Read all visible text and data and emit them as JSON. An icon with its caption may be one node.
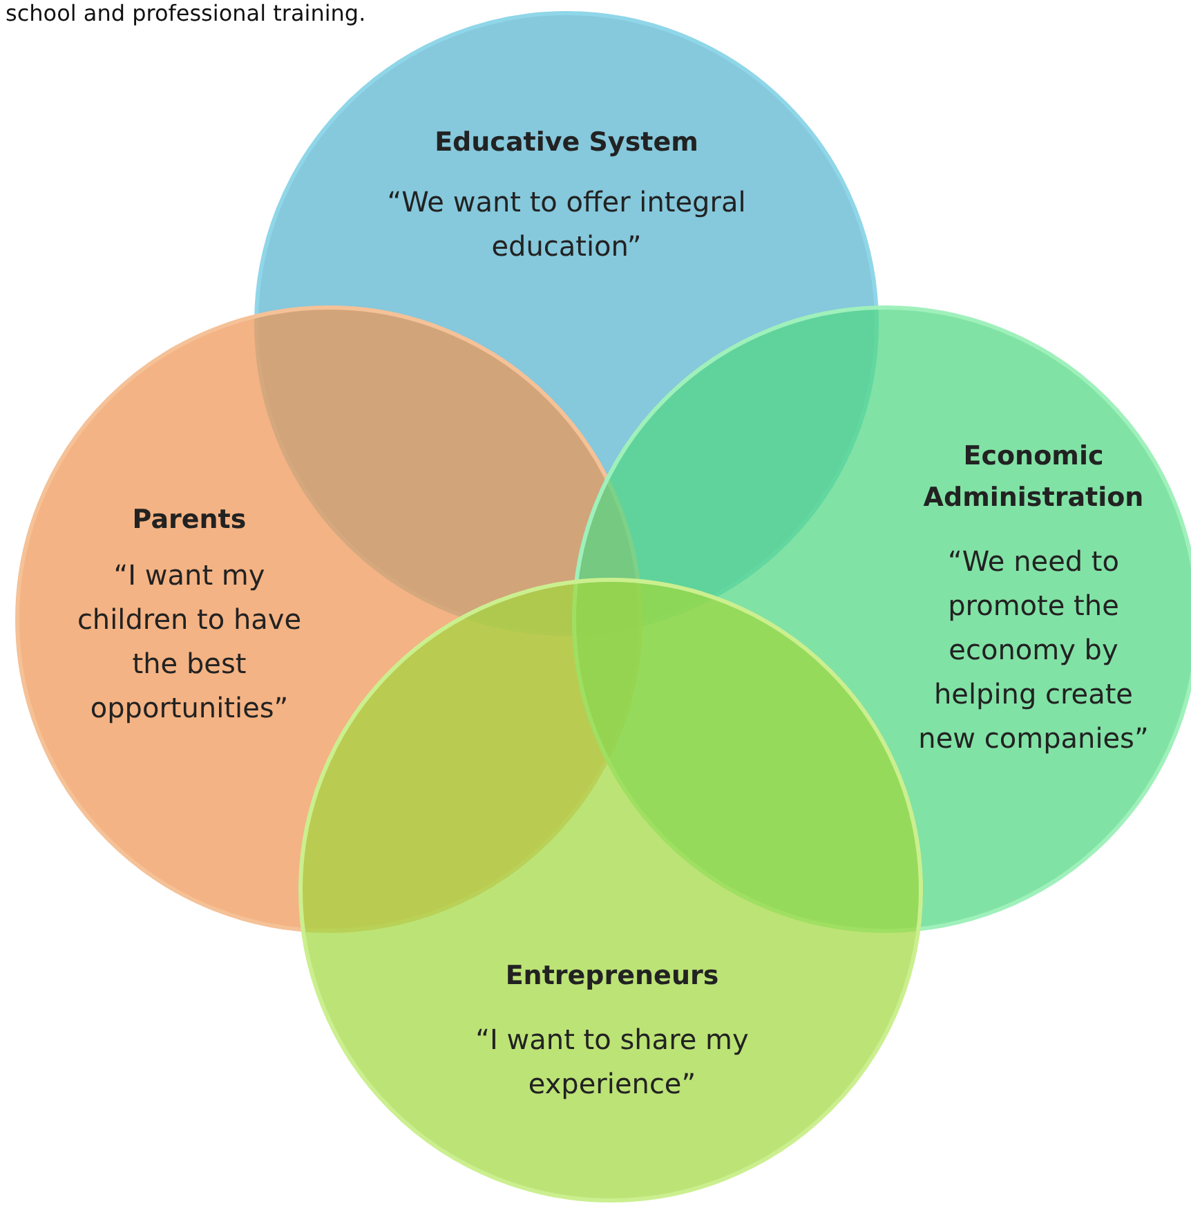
{
  "diagram": {
    "nodes": [
      {
        "text": [
          "Educative System",
          "“We want to offer integral education”"
        ]
      },
      {
        "text": [
          "Parents",
          "“I want my children to have the best opportunities”"
        ]
      },
      {
        "text": [
          "Economic Administration",
          "“We need to promote the economy by helping create new companies”"
        ]
      },
      {
        "text": [
          "Entrepreneurs",
          "“I want to share my experience”"
        ]
      }
    ],
    "labels": [
      "school and professional training."
    ]
  }
}
